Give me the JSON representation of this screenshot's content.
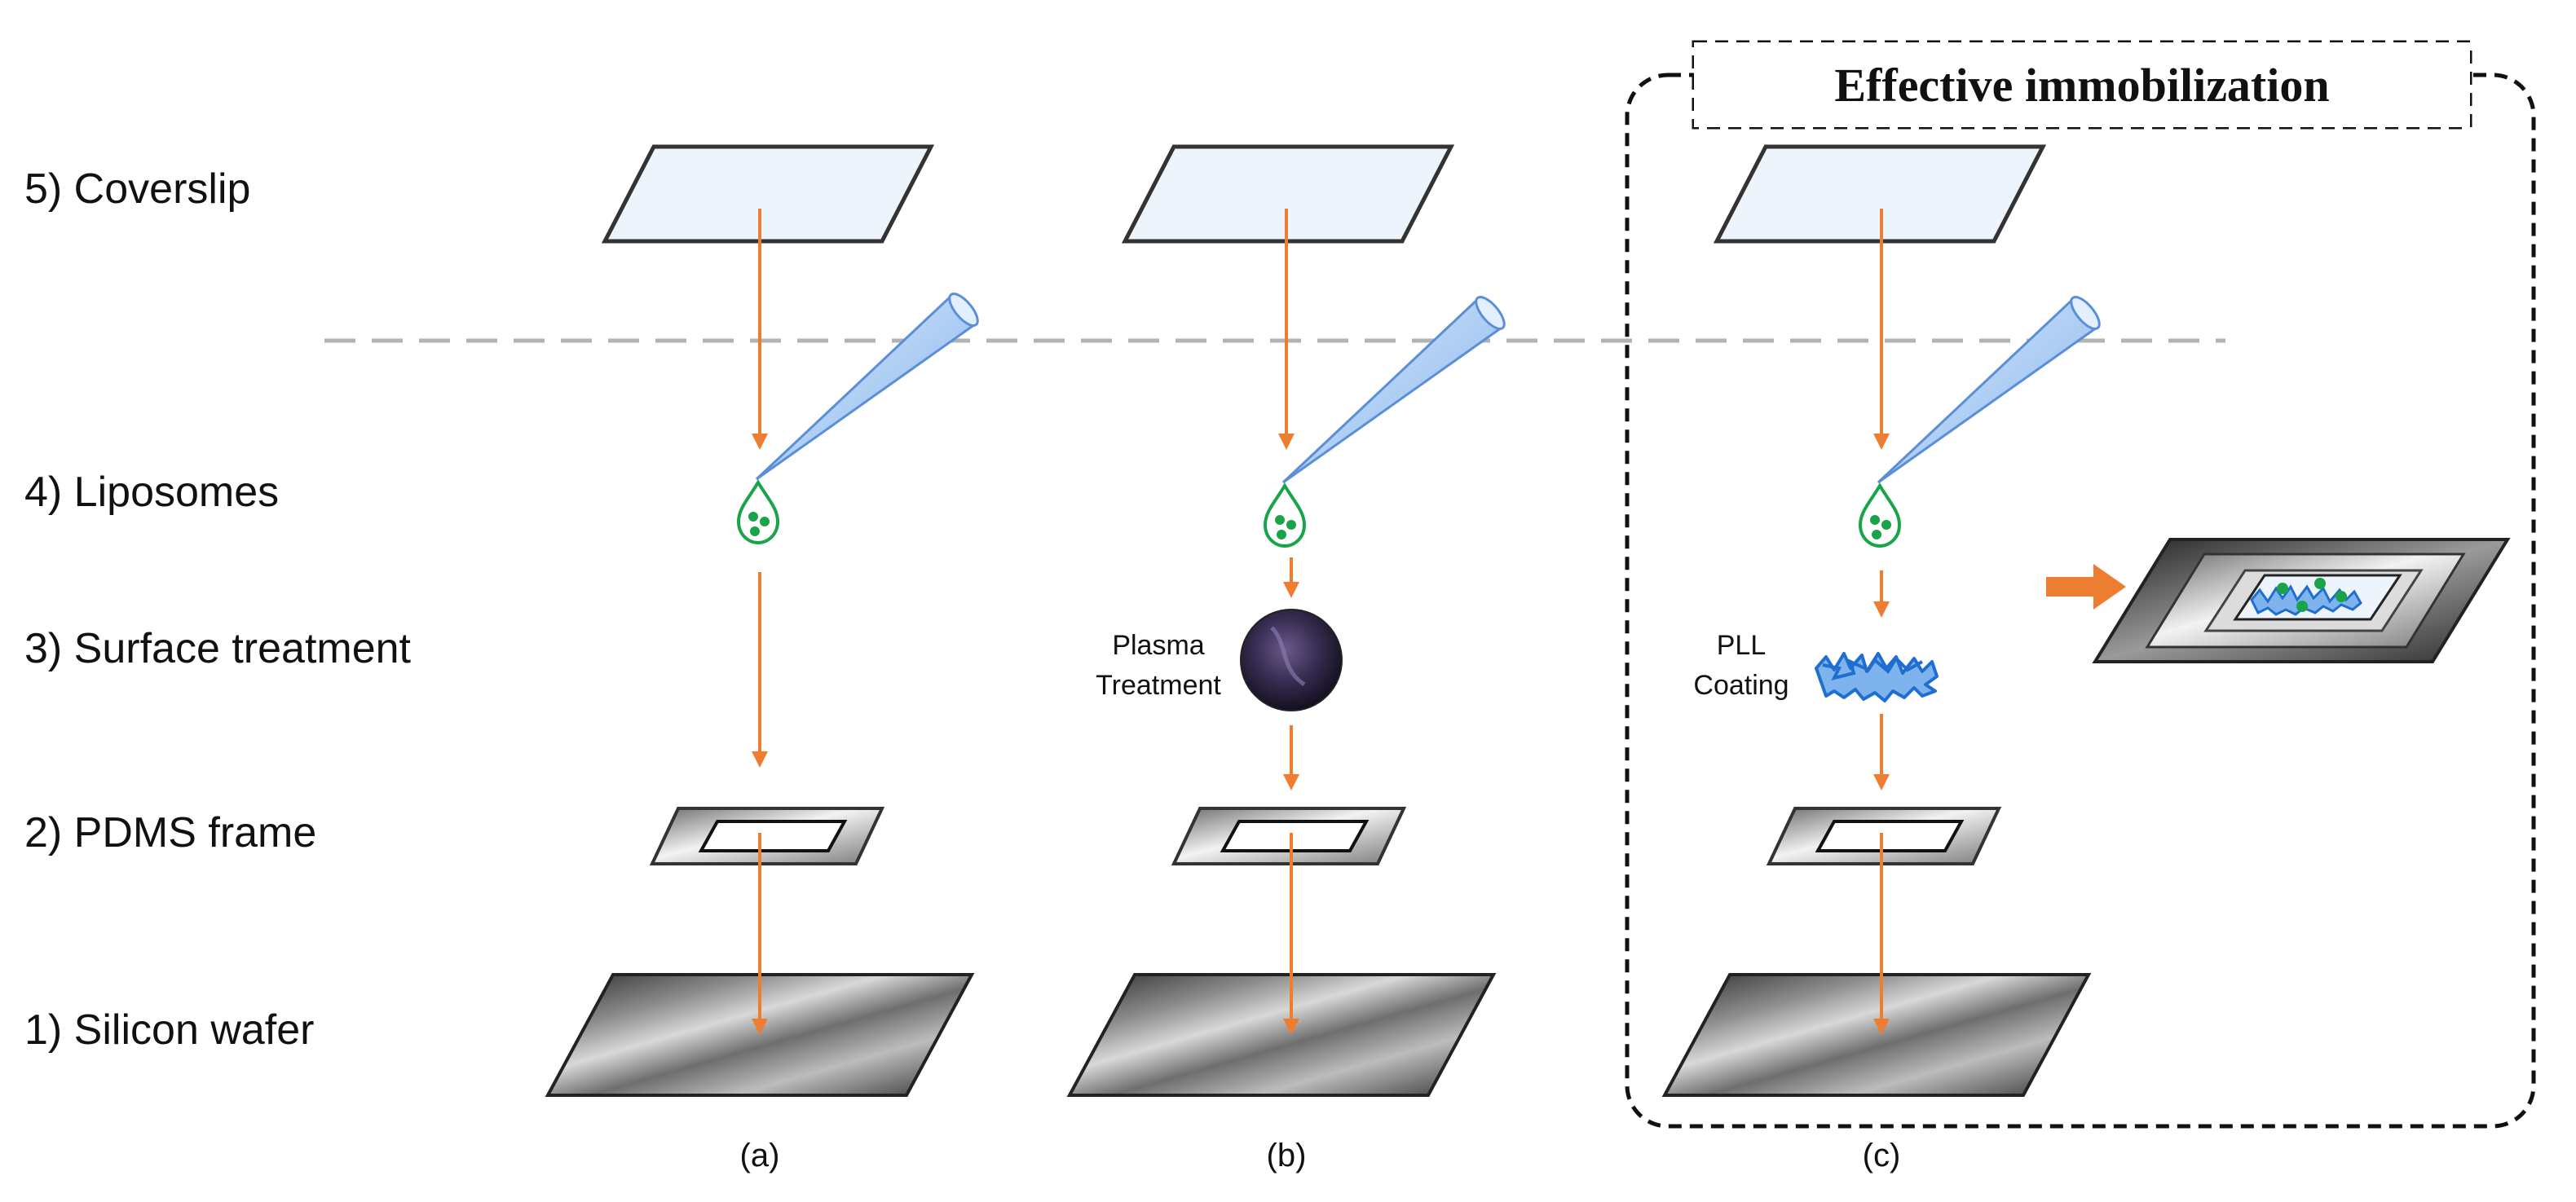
{
  "rows": {
    "coverslip": "5) Coverslip",
    "liposomes": "4) Liposomes",
    "surface_treatment": "3) Surface treatment",
    "pdms_frame": "2) PDMS frame",
    "silicon_wafer": "1) Silicon wafer"
  },
  "columns": {
    "a": "(a)",
    "b": "(b)",
    "c": "(c)"
  },
  "treatments": {
    "plasma_line1": "Plasma",
    "plasma_line2": "Treatment",
    "pll_line1": "PLL",
    "pll_line2": "Coating"
  },
  "highlight": {
    "title": "Effective immobilization"
  },
  "colors": {
    "arrow": "#ed7d31",
    "droplet": "#1aa44a",
    "pipette": "#9cc3f0",
    "pll": "#1f6fd1",
    "coverslip_fill": "#eef4fb",
    "dashed_line": "#b3b3b3"
  }
}
